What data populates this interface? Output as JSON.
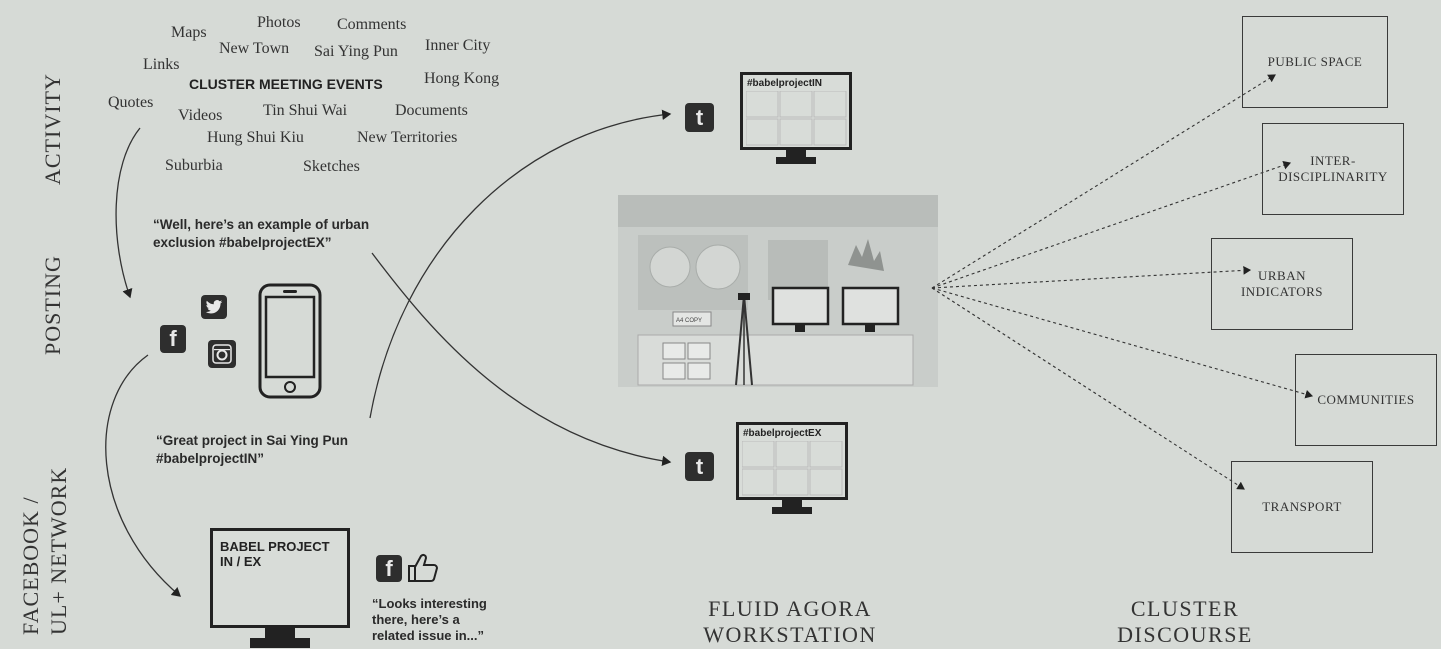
{
  "side_labels": {
    "activity": "ACTIVITY",
    "posting": "POSTING",
    "facebook": "FACEBOOK /",
    "network": "UL+ NETWORK"
  },
  "tag_cloud": {
    "maps": "Maps",
    "photos": "Photos",
    "comments": "Comments",
    "new_town": "New Town",
    "sai_ying_pun": "Sai Ying Pun",
    "inner_city": "Inner City",
    "links": "Links",
    "cluster_meeting_events": "CLUSTER MEETING EVENTS",
    "hong_kong": "Hong Kong",
    "quotes": "Quotes",
    "videos": "Videos",
    "tin_shui_wai": "Tin Shui Wai",
    "documents": "Documents",
    "hung_shui_kiu": "Hung Shui Kiu",
    "new_territories": "New Territories",
    "suburbia": "Suburbia",
    "sketches": "Sketches"
  },
  "quotes": {
    "exclusion_line1": "“Well, here’s an example of urban",
    "exclusion_line2": "exclusion #babelprojectEX”",
    "great_line1": "“Great project in Sai Ying Pun",
    "great_line2": "#babelprojectIN”",
    "looks_line1": "“Looks interesting",
    "looks_line2": "there, here’s a",
    "looks_line3": "related issue in...”"
  },
  "monitors": {
    "babel_line1": "BABEL PROJECT",
    "babel_line2": "IN / EX",
    "top_tag": "#babelprojectIN",
    "bottom_tag": "#babelprojectEX"
  },
  "icons": {
    "tumblr": "t",
    "facebook": "f"
  },
  "discourse_boxes": {
    "public_space": "PUBLIC SPACE",
    "inter_1": "INTER-",
    "inter_2": "DISCIPLINARITY",
    "urban_1": "URBAN",
    "urban_2": "INDICATORS",
    "communities": "COMMUNITIES",
    "transport": "TRANSPORT"
  },
  "bottom_labels": {
    "agora_1": "FLUID AGORA",
    "agora_2": "WORKSTATION",
    "cluster_1": "CLUSTER",
    "cluster_2": "DISCOURSE"
  },
  "photo_copy_label": "A4 COPY",
  "colors": {
    "background": "#d6dad6",
    "ink": "#2b2b2b"
  }
}
